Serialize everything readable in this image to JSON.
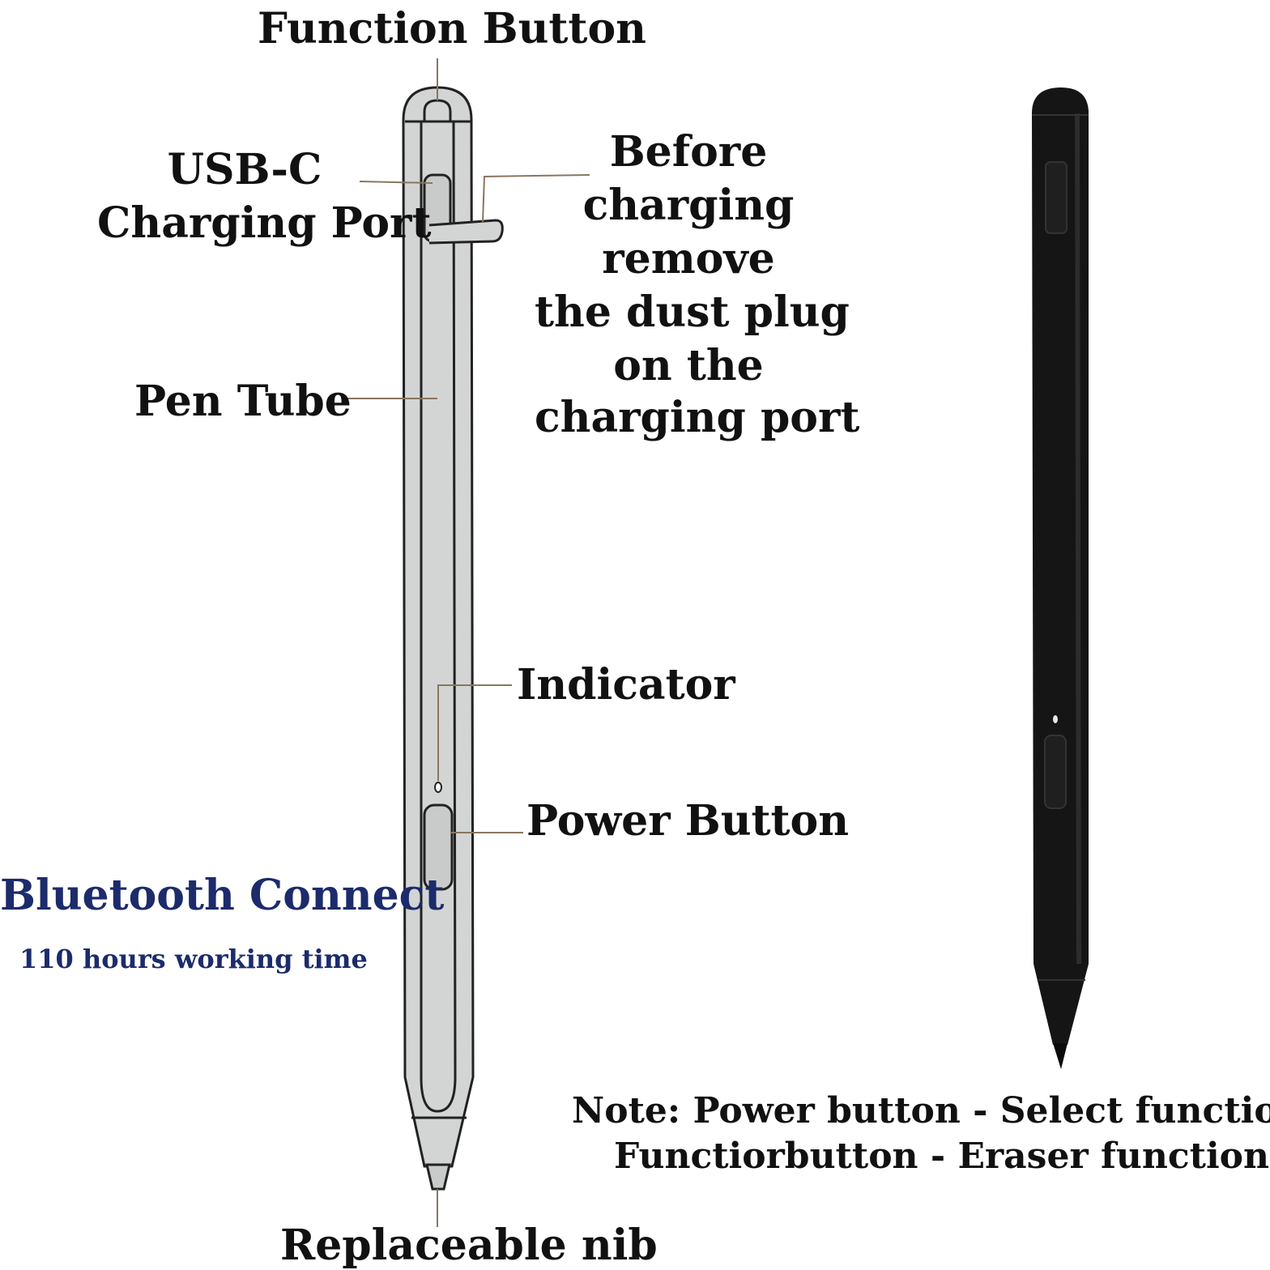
{
  "labels": {
    "function_button": "Function Button",
    "usbc_line1": "USB-C",
    "usbc_line2": "Charging Port",
    "note_lines": [
      "Before",
      "charging",
      "remove",
      "the dust plug",
      "on the",
      "charging port"
    ],
    "pen_tube": "Pen Tube",
    "indicator": "Indicator",
    "power_button": "Power Button",
    "bluetooth": "Bluetooth Connect",
    "working_time": "110 hours working time",
    "replaceable_nib": "Replaceable nib",
    "footer_line1": "Note: Power button - Select function,",
    "footer_line2": "Functiorbutton - Eraser function"
  },
  "colors": {
    "pen_body": "#d3d5d4",
    "pen_outline": "#222222",
    "leader": "#8a7660",
    "black_pen": "#151515",
    "accent_blue": "#1c2b6b"
  }
}
